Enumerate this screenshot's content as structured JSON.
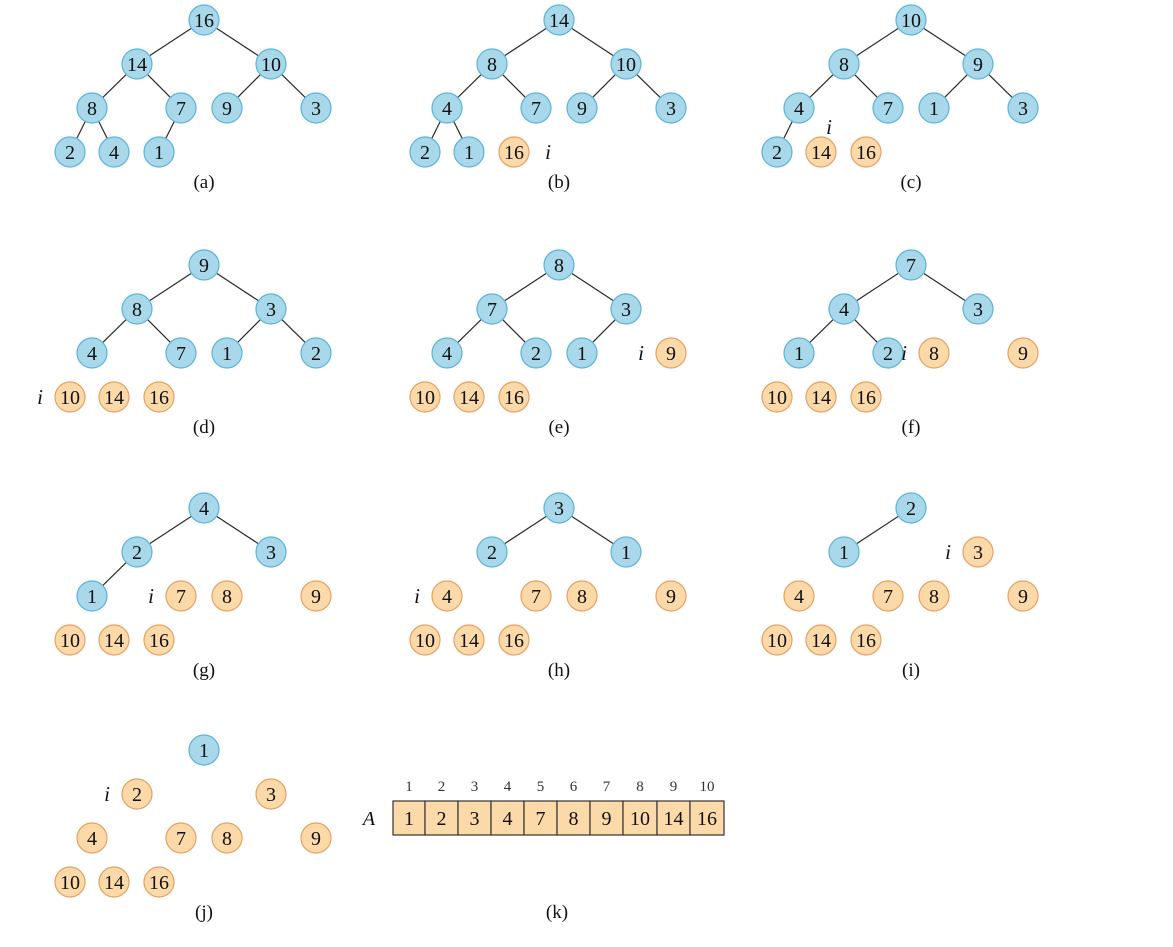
{
  "colors": {
    "heap_fill": "#a8d8ea",
    "heap_stroke": "#5ab4d9",
    "sorted_fill": "#fcd9a8",
    "sorted_stroke": "#e8a060",
    "array_fill": "#fcd9a8"
  },
  "index_marker": "i",
  "panels": [
    {
      "caption": "(a)",
      "heap": [
        16,
        14,
        10,
        8,
        7,
        9,
        3,
        2,
        4,
        1
      ],
      "heap_size": 10,
      "marker_after": null
    },
    {
      "caption": "(b)",
      "heap": [
        14,
        8,
        10,
        4,
        7,
        9,
        3,
        2,
        1,
        16
      ],
      "heap_size": 9,
      "marker_after": 10
    },
    {
      "caption": "(c)",
      "heap": [
        10,
        8,
        9,
        4,
        7,
        1,
        3,
        2,
        14,
        16
      ],
      "heap_size": 8,
      "marker_after": 9
    },
    {
      "caption": "(d)",
      "heap": [
        9,
        8,
        3,
        4,
        7,
        1,
        2,
        10,
        14,
        16
      ],
      "heap_size": 7,
      "marker_after": 8
    },
    {
      "caption": "(e)",
      "heap": [
        8,
        7,
        3,
        4,
        2,
        1,
        9,
        10,
        14,
        16
      ],
      "heap_size": 6,
      "marker_after": 7
    },
    {
      "caption": "(f)",
      "heap": [
        7,
        4,
        3,
        1,
        2,
        8,
        9,
        10,
        14,
        16
      ],
      "heap_size": 5,
      "marker_after": 6
    },
    {
      "caption": "(g)",
      "heap": [
        4,
        2,
        3,
        1,
        7,
        8,
        9,
        10,
        14,
        16
      ],
      "heap_size": 4,
      "marker_after": 5
    },
    {
      "caption": "(h)",
      "heap": [
        3,
        2,
        1,
        4,
        7,
        8,
        9,
        10,
        14,
        16
      ],
      "heap_size": 3,
      "marker_after": 4
    },
    {
      "caption": "(i)",
      "heap": [
        2,
        1,
        3,
        4,
        7,
        8,
        9,
        10,
        14,
        16
      ],
      "heap_size": 2,
      "marker_after": 3
    },
    {
      "caption": "(j)",
      "heap": [
        1,
        2,
        3,
        4,
        7,
        8,
        9,
        10,
        14,
        16
      ],
      "heap_size": 1,
      "marker_after": 2
    }
  ],
  "array": {
    "name": "A",
    "caption": "(k)",
    "indices": [
      1,
      2,
      3,
      4,
      5,
      6,
      7,
      8,
      9,
      10
    ],
    "values": [
      1,
      2,
      3,
      4,
      7,
      8,
      9,
      10,
      14,
      16
    ]
  }
}
